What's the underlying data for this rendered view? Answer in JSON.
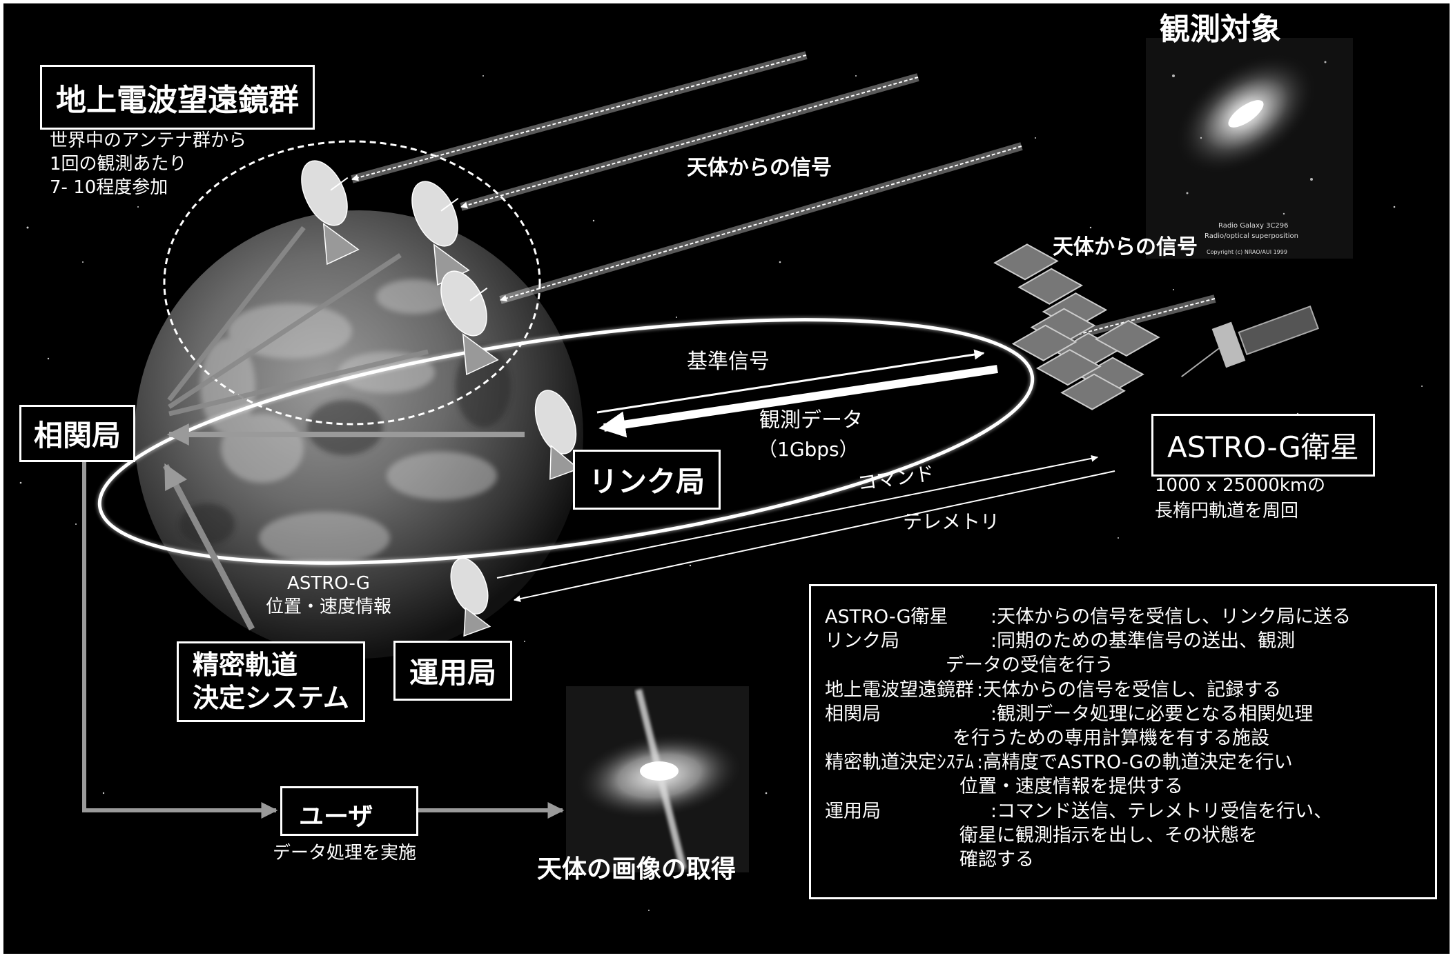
{
  "ground_telescopes": {
    "title": "地上電波望遠鏡群",
    "note": "世界中のアンテナ群から\n1回の観測あたり\n7- 10程度参加"
  },
  "observation_target": {
    "title": "観測対象",
    "caption_line1": "Radio Galaxy 3C296",
    "caption_line2": "Radio/optical superposition",
    "caption_line3": "Copyright (c) NRAO/AUI 1999"
  },
  "signal_label_top": "天体からの信号",
  "signal_label_right": "天体からの信号",
  "reference_signal": "基準信号",
  "observation_data": "観測データ",
  "observation_rate": "（1Gbps）",
  "command_label": "コマンド",
  "telemetry_label": "テレメトリ",
  "correlator": "相関局",
  "link_station": "リンク局",
  "satellite": {
    "title": "ASTRO-G衛星",
    "orbit_line1": "1000 x 25000kmの",
    "orbit_line2": "長楕円軌道を周回"
  },
  "astro_g_info": "ASTRO-G\n位置・速度情報",
  "precise_orbit": "精密軌道\n決定システム",
  "operations": "運用局",
  "user": {
    "title": "ユーザ",
    "note": "データ処理を実施"
  },
  "image_caption": "天体の画像の取得",
  "descriptions": [
    {
      "term": "ASTRO-G衛星",
      "text": ":天体からの信号を受信し、リンク局に送る"
    },
    {
      "term": "リンク局",
      "text": ":同期のための基準信号の送出、観測"
    },
    {
      "term": "",
      "text": "データの受信を行う"
    },
    {
      "term": "地上電波望遠鏡群",
      "text": ":天体からの信号を受信し、記録する"
    },
    {
      "term": "相関局",
      "text": ":観測データ処理に必要となる相関処理"
    },
    {
      "term": "",
      "text": "を行うための専用計算機を有する施設"
    },
    {
      "term": "精密軌道決定ｼｽﾃﾑ",
      "text": ":高精度でASTRO-Gの軌道決定を行い"
    },
    {
      "term": "",
      "text": "位置・速度情報を提供する"
    },
    {
      "term": "運用局",
      "text": ":コマンド送信、テレメトリ受信を行い、"
    },
    {
      "term": "",
      "text": "衛星に観測指示を出し、その状態を"
    },
    {
      "term": "",
      "text": "確認する"
    }
  ]
}
